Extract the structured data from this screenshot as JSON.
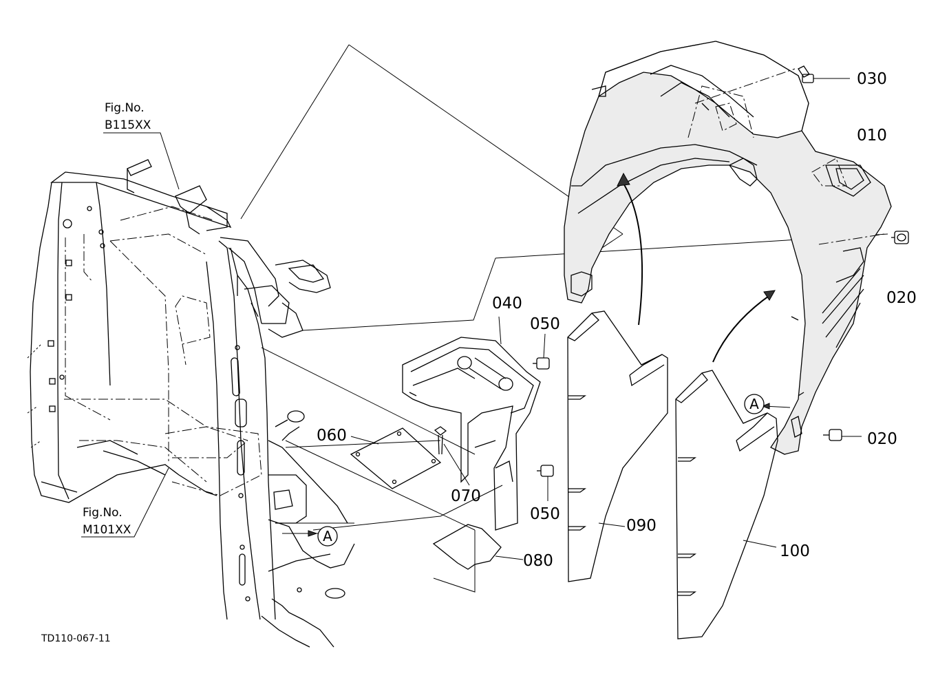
{
  "figure_refs": [
    {
      "line1": "Fig.No.",
      "line2": "B115XX"
    },
    {
      "line1": "Fig.No.",
      "line2": "M101XX"
    }
  ],
  "parts": {
    "p010": "010",
    "p020a": "020",
    "p020b": "020",
    "p030": "030",
    "p040": "040",
    "p050a": "050",
    "p050b": "050",
    "p060": "060",
    "p070": "070",
    "p080": "080",
    "p090": "090",
    "p100": "100"
  },
  "callouts": {
    "a1": "A",
    "a2": "A"
  },
  "drawing_number": "TD110-067-11"
}
